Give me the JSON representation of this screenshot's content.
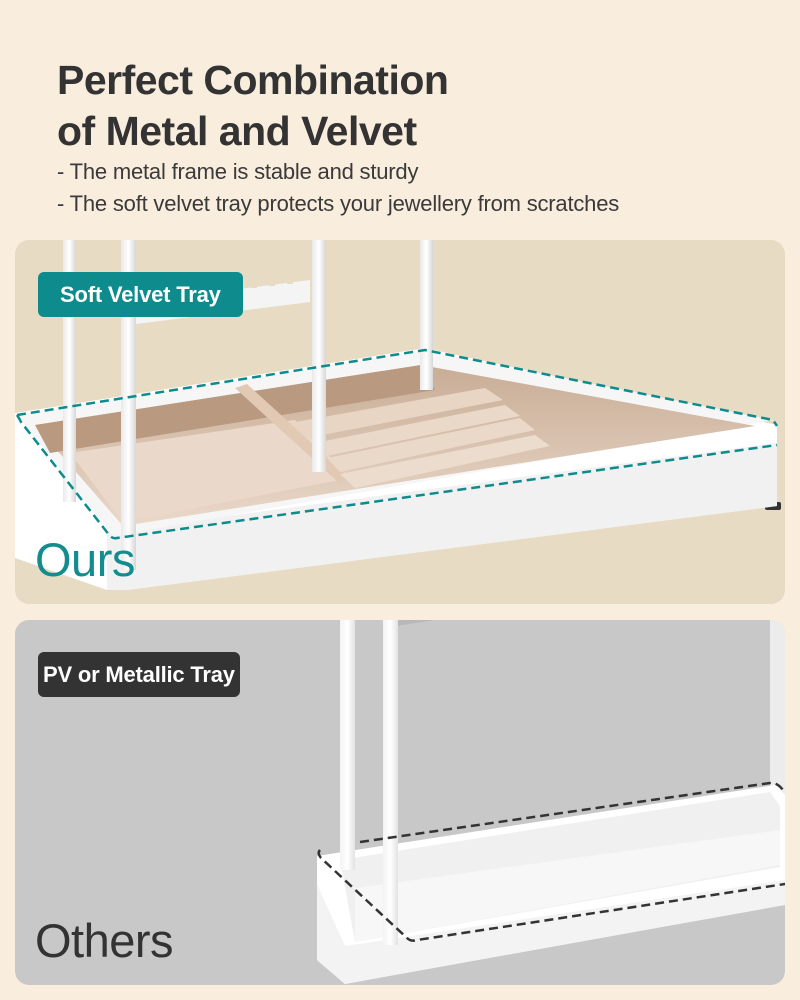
{
  "header": {
    "title_line1": "Perfect Combination",
    "title_line2": "of Metal and Velvet",
    "bullets": [
      "- The metal frame is stable and sturdy",
      "- The soft velvet tray protects your jewellery from scratches"
    ]
  },
  "comparison": [
    {
      "badge": "Soft Velvet Tray",
      "label": "Ours",
      "accent_color": "#0e8b8c",
      "panel_color": "#e7dbc3",
      "image": "white-jewelry-stand-with-beige-velvet-tray-icon"
    },
    {
      "badge": "PV or Metallic Tray",
      "label": "Others",
      "accent_color": "#333333",
      "panel_color": "#c8c8c8",
      "image": "white-stand-with-plain-white-tray-icon"
    }
  ]
}
